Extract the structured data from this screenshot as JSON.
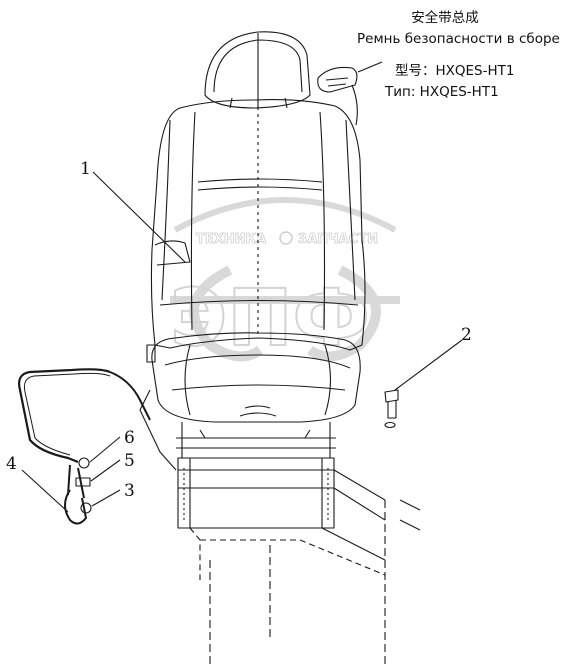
{
  "caption": {
    "line1": "安全带总成",
    "line2": "Ремнь безопасности в сборе",
    "line3": "型号：HXQES-HT1",
    "line4": "Тип: HXQES-HT1"
  },
  "callouts": {
    "c1": "1",
    "c2": "2",
    "c3": "3",
    "c4": "4",
    "c5": "5",
    "c6": "6"
  },
  "watermark": {
    "top_text": "ТЕХНИКА",
    "top_text2": "ЗАПЧАСТИ",
    "logo": "ЭПФ"
  },
  "colors": {
    "line": "#1a1a1a",
    "watermark": "#d9d9d9",
    "background": "#ffffff"
  }
}
